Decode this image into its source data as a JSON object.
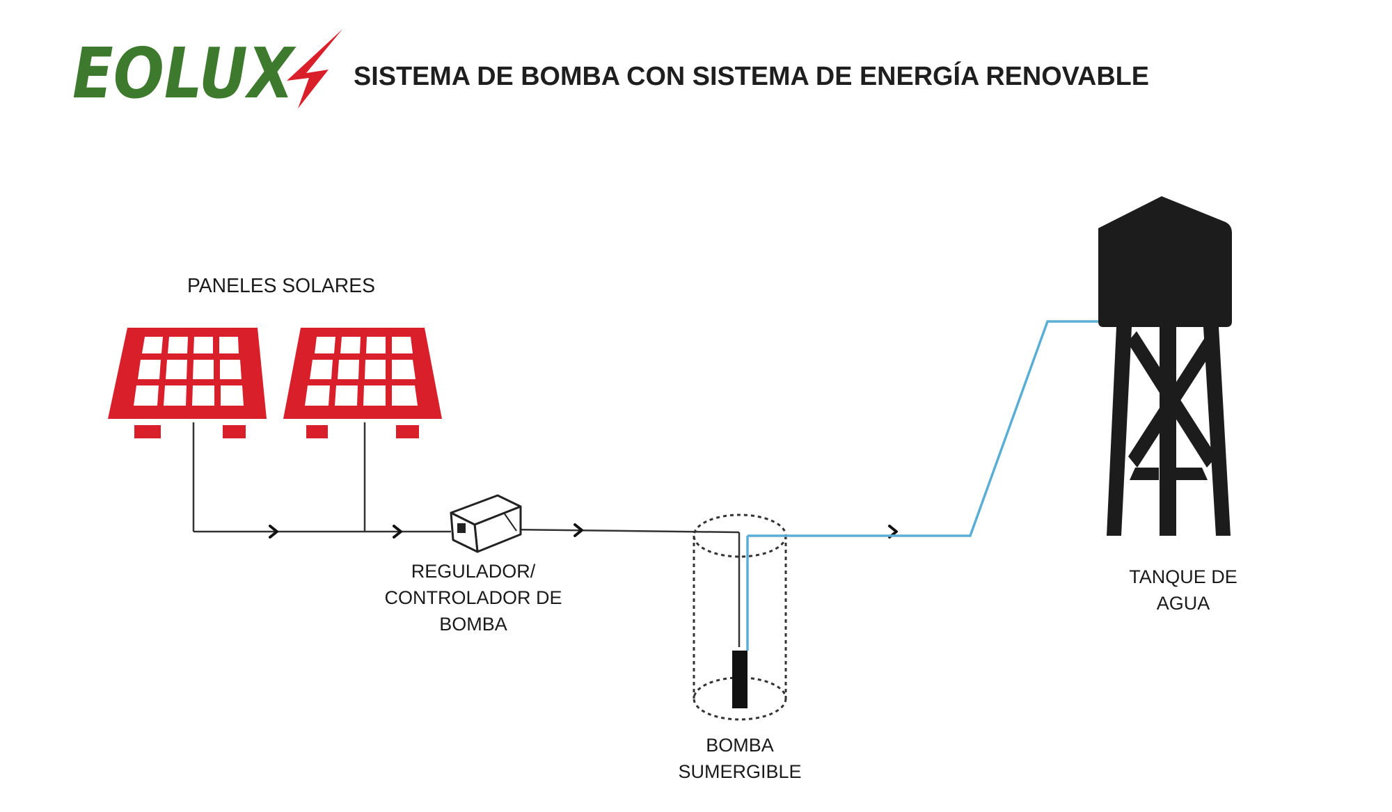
{
  "brand": {
    "logo_text": "EOLUX",
    "icon": "lightning-bolt-icon",
    "logo_color": "#3d7a2e",
    "bolt_color": "#d81f2a"
  },
  "title": "SISTEMA DE BOMBA CON SISTEMA DE ENERGÍA RENOVABLE",
  "colors": {
    "panel": "#d81f2a",
    "wire": "#333333",
    "water_pipe": "#5aaed6",
    "tower": "#1c1c1c"
  },
  "components": {
    "solar_panels": {
      "label": "PANELES SOLARES",
      "icon": "solar-panel-icon",
      "count": 2
    },
    "controller": {
      "label_lines": [
        "REGULADOR/",
        "CONTROLADOR DE",
        "BOMBA"
      ],
      "icon": "pump-controller-icon"
    },
    "pump": {
      "label_lines": [
        "BOMBA",
        "SUMERGIBLE"
      ],
      "icon": "submersible-pump-icon"
    },
    "tank": {
      "label_lines": [
        "TANQUE DE",
        "AGUA"
      ],
      "icon": "water-tower-icon"
    }
  }
}
